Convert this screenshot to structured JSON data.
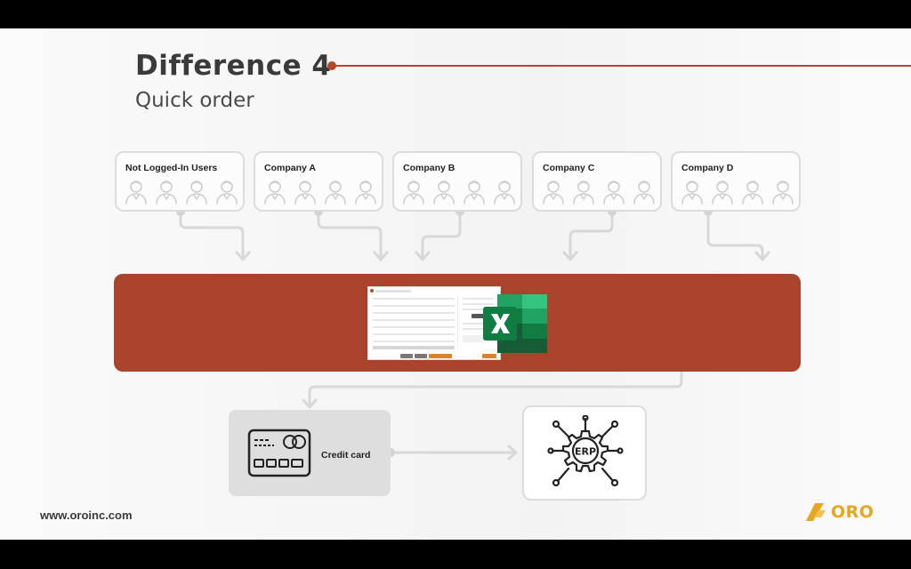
{
  "slide": {
    "title": "Difference 4",
    "subtitle": "Quick order",
    "accent_color": "#b5462c",
    "bar_color": "#a9432b"
  },
  "groups": [
    {
      "label": "Not Logged-In Users",
      "icon": "user-icon"
    },
    {
      "label": "Company A",
      "icon": "user-icon"
    },
    {
      "label": "Company B",
      "icon": "user-icon"
    },
    {
      "label": "Company C",
      "icon": "user-icon"
    },
    {
      "label": "Company D",
      "icon": "user-icon"
    }
  ],
  "quick_order": {
    "form_icon": "quick-order-form-screenshot",
    "file_icon": "excel-icon"
  },
  "payment": {
    "label": "Credit card",
    "icon": "credit-card-icon"
  },
  "erp": {
    "label": "ERP",
    "icon": "erp-gear-icon"
  },
  "footer": {
    "website": "www.oroinc.com",
    "brand": "ORO",
    "brand_color": "#e8a51f"
  }
}
